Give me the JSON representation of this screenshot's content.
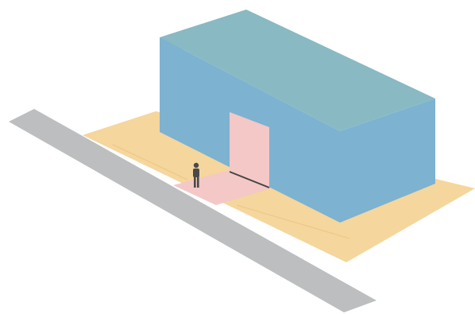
{
  "diagram": {
    "kind": "isometric-building-site",
    "elements": [
      "road",
      "lot",
      "entrance-path",
      "building",
      "doorway",
      "person"
    ],
    "colors": {
      "background": "#ffffff",
      "road": "#bcbec0",
      "lot": "#f5d69c",
      "lot_line": "#ecc686",
      "entrance_path": "#f3c8c6",
      "building_top": "#89b9c3",
      "building_front": "#7db2d1",
      "building_left": "#7db2d1",
      "doorway": "#f3c8c6",
      "door_shadow": "#444444",
      "person": "#4a4a4a"
    }
  }
}
